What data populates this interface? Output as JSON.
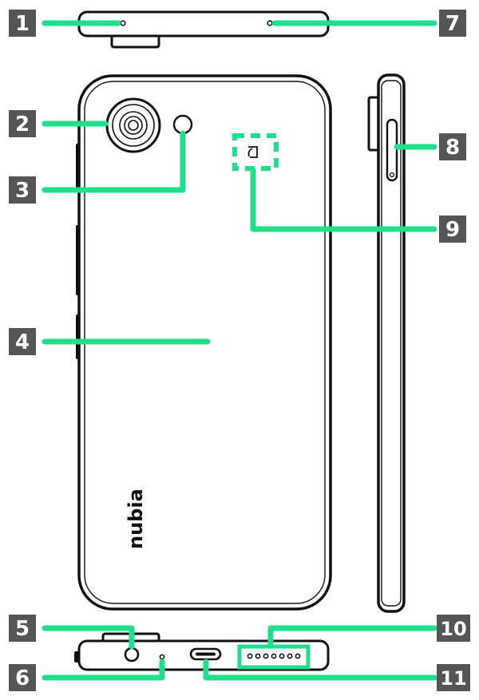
{
  "callouts": [
    "1",
    "2",
    "3",
    "4",
    "5",
    "6",
    "7",
    "8",
    "9",
    "10",
    "11"
  ],
  "brand": "nubia",
  "colors": {
    "leader": "#1fe08a",
    "badge": "#555555",
    "outline": "#111111",
    "device_fill": "#ffffff"
  },
  "icons": {
    "nfc_mark": "nfc-icon"
  }
}
